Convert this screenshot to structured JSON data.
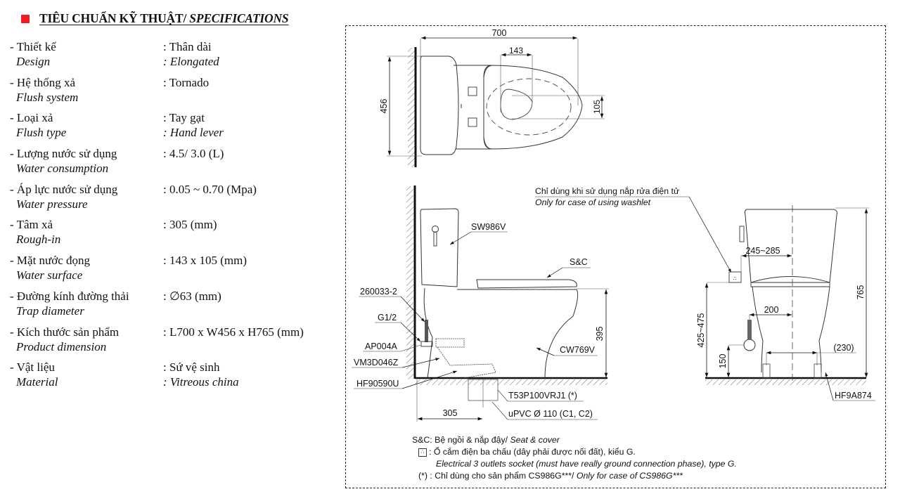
{
  "header": {
    "title_vi": "TIÊU CHUẨN KỸ THUẬT/",
    "title_en": " SPECIFICATIONS",
    "accent_color": "#ee1c24"
  },
  "specs": [
    {
      "label_vi": "- Thiết kế",
      "label_en": "Design",
      "value_vi": ": Thân dài",
      "value_en": ": Elongated"
    },
    {
      "label_vi": "- Hệ thống xả",
      "label_en": "Flush system",
      "value_vi": ": Tornado",
      "value_en": ""
    },
    {
      "label_vi": "- Loại xả",
      "label_en": "Flush type",
      "value_vi": ": Tay gạt",
      "value_en": ": Hand lever"
    },
    {
      "label_vi": "- Lượng nước sử dụng",
      "label_en": "Water consumption",
      "value_vi": ": 4.5/ 3.0 (L)",
      "value_en": ""
    },
    {
      "label_vi": "- Áp lực nước sử dụng",
      "label_en": "Water pressure",
      "value_vi": ": 0.05 ~ 0.70 (Mpa)",
      "value_en": ""
    },
    {
      "label_vi": "- Tâm xả",
      "label_en": "Rough-in",
      "value_vi": ": 305 (mm)",
      "value_en": ""
    },
    {
      "label_vi": "- Mặt nước đọng",
      "label_en": "Water surface",
      "value_vi": ": 143 x 105 (mm)",
      "value_en": ""
    },
    {
      "label_vi": "- Đường kính đường thải",
      "label_en": "Trap diameter",
      "value_vi": ": ∅63 (mm)",
      "value_en": ""
    },
    {
      "label_vi": "- Kích thước sản phẩm",
      "label_en": "Product dimension",
      "value_vi": ": L700 x W456 x H765 (mm)",
      "value_en": ""
    },
    {
      "label_vi": "- Vật liệu",
      "label_en": "Material",
      "value_vi": ": Sứ vệ sinh",
      "value_en": ": Vitreous china"
    }
  ],
  "drawing": {
    "top_view": {
      "dim_length": "700",
      "dim_width": "456",
      "dim_water_x": "143",
      "dim_water_y": "105"
    },
    "side_view": {
      "tank_part": "SW986V",
      "seat_part": "S&C",
      "bowl_part": "CW769V",
      "hose_part": "260033-2",
      "thread_part": "G1/2",
      "valve_part": "AP004A",
      "fill_part": "VM3D046Z",
      "bolt_part": "HF90590U",
      "adapter_part": "T53P100VRJ1 (*)",
      "pipe_part": "uPVC Ø 110 (C1, C2)",
      "dim_roughin": "305",
      "dim_seat_height": "395"
    },
    "washlet_note_vi": "Chỉ dùng khi sử dụng nắp rửa điện tử",
    "washlet_note_en": "Only for case of using washlet",
    "front_view": {
      "dim_socket_offset": "245~285",
      "dim_socket_height": "425~475",
      "dim_supply_offset": "200",
      "dim_supply_height": "150",
      "dim_bolt_spacing": "(230)",
      "dim_total_height": "765",
      "bolt_part": "HF9A874"
    }
  },
  "notes": {
    "sc_prefix": "S&C:",
    "sc_text_vi": " Bệ ngồi & nắp đậy/",
    "sc_text_en": " Seat & cover",
    "socket_text_vi": ": Ổ cắm điện ba chấu (dây phải được nối đất), kiểu G.",
    "socket_text_en": "Electrical 3 outlets socket (must have really ground connection phase), type G.",
    "asterisk_text_vi": "(*) : Chỉ dùng cho sản phẩm CS986G***/",
    "asterisk_text_en": " Only for case of CS986G***"
  }
}
